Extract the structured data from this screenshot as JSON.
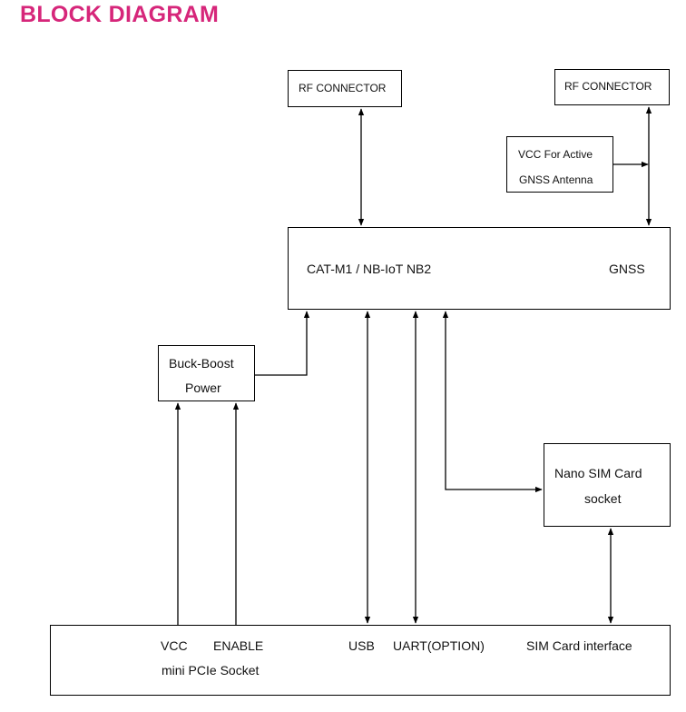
{
  "title": "BLOCK DIAGRAM",
  "accent_color": "#d6267a",
  "blocks": {
    "rf_connector_1": "RF CONNECTOR",
    "rf_connector_2": "RF CONNECTOR",
    "vcc_gnss_line1": "VCC For Active",
    "vcc_gnss_line2": "GNSS Antenna",
    "main_module_left": "CAT-M1 / NB-IoT NB2",
    "main_module_right": "GNSS",
    "buck_boost_line1": "Buck-Boost",
    "buck_boost_line2": "Power",
    "nano_sim_line1": "Nano SIM Card",
    "nano_sim_line2": "socket"
  },
  "socket": {
    "vcc": "VCC",
    "enable": "ENABLE",
    "usb": "USB",
    "uart": "UART(OPTION)",
    "sim_interface": "SIM Card interface",
    "name": "mini PCIe Socket"
  }
}
